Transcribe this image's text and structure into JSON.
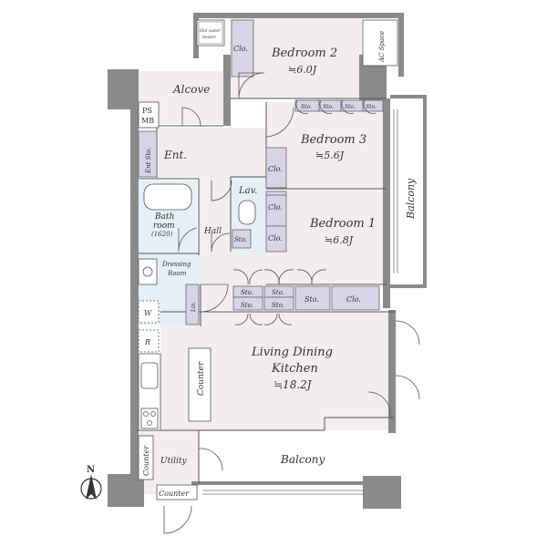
{
  "rooms": {
    "bedroom2": {
      "name": "Bedroom 2",
      "size": "≒6.0J"
    },
    "bedroom3": {
      "name": "Bedroom 3",
      "size": "≒5.6J"
    },
    "bedroom1": {
      "name": "Bedroom 1",
      "size": "≒6.8J"
    },
    "ldk": {
      "line1": "Living Dining",
      "line2": "Kitchen",
      "size": "≒18.2J"
    },
    "alcove": "Alcove",
    "entrance": "Ent.",
    "ent_storage": "Ent Sto.",
    "ps_mb_1": "PS",
    "ps_mb_2": "MB",
    "hall": "Hall",
    "lavatory": "Lav.",
    "bath_1": "Bath",
    "bath_2": "room",
    "bath_3": "(1620)",
    "dressing_1": "Dressing",
    "dressing_2": "Room",
    "utility": "Utility",
    "balcony_east": "Balcony",
    "balcony_south": "Balcony",
    "ac_space": "AC Space",
    "hot_water_1": "Hot water",
    "hot_water_2": "heater"
  },
  "storage": {
    "clo": "Clo.",
    "sto": "Sto.",
    "lin": "Lin."
  },
  "fixtures": {
    "counter": "Counter",
    "washer": "W",
    "fridge": "R"
  },
  "compass": "N"
}
